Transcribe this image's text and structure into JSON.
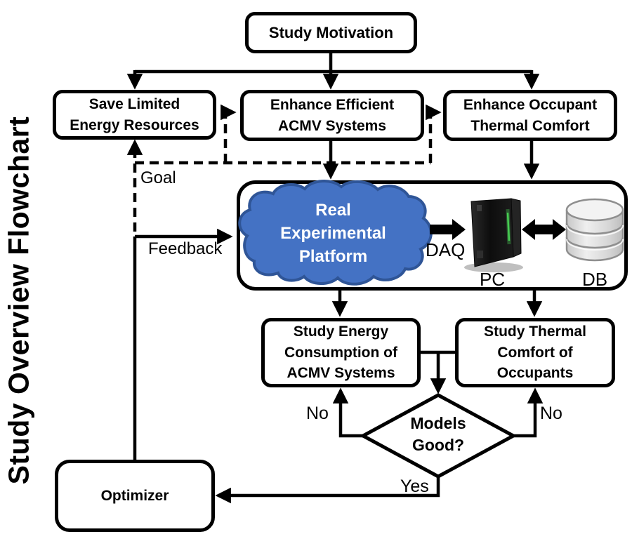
{
  "title": "Study Overview Flowchart",
  "nodes": {
    "study_motivation": {
      "label": "Study Motivation"
    },
    "save_energy": {
      "label": "Save Limited\nEnergy Resources"
    },
    "enhance_acmv": {
      "label": "Enhance Efficient\nACMV Systems"
    },
    "enhance_comfort": {
      "label": "Enhance Occupant\nThermal Comfort"
    },
    "platform": {
      "cloud_label": "Real\nExperimental\nPlatform",
      "daq_label": "DAQ",
      "pc_label": "PC",
      "db_label": "DB"
    },
    "study_energy": {
      "label": "Study Energy\nConsumption of\nACMV Systems"
    },
    "study_thermal": {
      "label": "Study Thermal\nComfort of\nOccupants"
    },
    "decision": {
      "label": "Models\nGood?"
    },
    "optimizer": {
      "label": "Optimizer"
    }
  },
  "edge_labels": {
    "goal": "Goal",
    "feedback": "Feedback",
    "no_left": "No",
    "no_right": "No",
    "yes": "Yes"
  },
  "colors": {
    "line": "#000000",
    "cloud_fill": "#4472C4",
    "cloud_stroke": "#2F5597",
    "cloud_text": "#FFFFFF"
  }
}
